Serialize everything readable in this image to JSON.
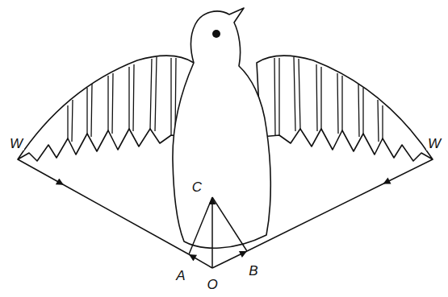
{
  "diagram": {
    "labels": [
      "W",
      "W",
      "C",
      "A",
      "B",
      "O"
    ]
  }
}
